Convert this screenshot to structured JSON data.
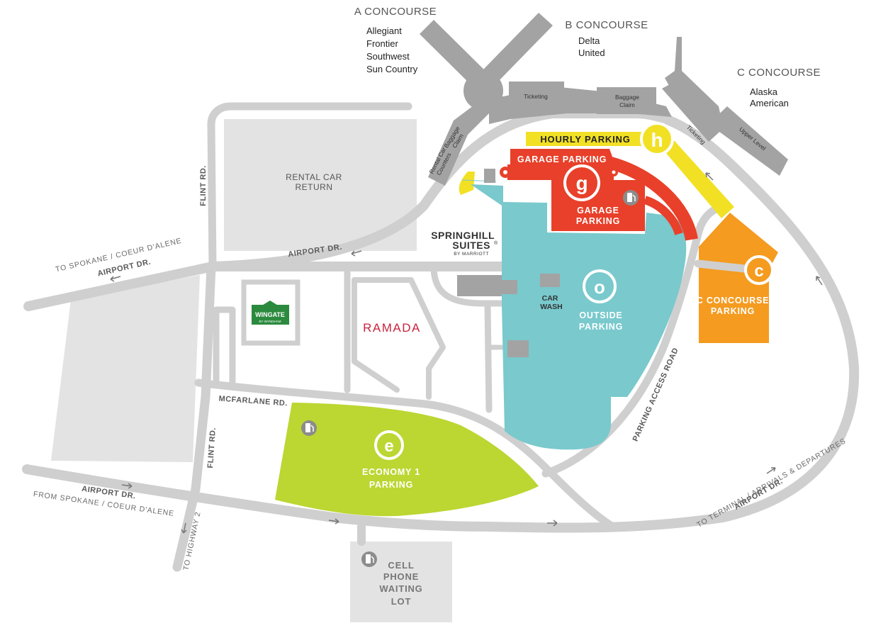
{
  "concourses": {
    "a": {
      "title": "A CONCOURSE",
      "airlines": [
        "Allegiant",
        "Frontier",
        "Southwest",
        "Sun Country"
      ]
    },
    "b": {
      "title": "B CONCOURSE",
      "airlines": [
        "Delta",
        "United"
      ]
    },
    "c": {
      "title": "C CONCOURSE",
      "airlines": [
        "Alaska",
        "American"
      ]
    }
  },
  "terminal_labels": {
    "ticketing_main": "Ticketing",
    "baggage_claim_main": [
      "Baggage",
      "Claim"
    ],
    "baggage_claim_a": [
      "Baggage",
      "Claim"
    ],
    "rental_counters": [
      "Rental Car",
      "Counters"
    ],
    "ticketing_c": "Ticketing",
    "upper_level": "Upper Level"
  },
  "parking": {
    "hourly": {
      "letter": "h",
      "label": "HOURLY PARKING",
      "color": "#f2e025"
    },
    "garage": {
      "letter": "g",
      "label_top": "GARAGE PARKING",
      "label_bottom": [
        "GARAGE",
        "PARKING"
      ],
      "color": "#e8402a"
    },
    "outside": {
      "letter": "o",
      "label": [
        "OUTSIDE",
        "PARKING"
      ],
      "color": "#79c9cd"
    },
    "c_concourse": {
      "letter": "c",
      "label": [
        "C CONCOURSE",
        "PARKING"
      ],
      "color": "#f49b20"
    },
    "economy": {
      "letter": "e",
      "label": [
        "ECONOMY 1",
        "PARKING"
      ],
      "color": "#bcd632"
    },
    "cell_phone": {
      "label": [
        "CELL",
        "PHONE",
        "WAITING",
        "LOT"
      ]
    }
  },
  "places": {
    "rental_return": [
      "RENTAL CAR",
      "RETURN"
    ],
    "car_wash": [
      "CAR",
      "WASH"
    ],
    "springhill": {
      "line1": "SPRINGHILL",
      "line2": "SUITES",
      "sub": "BY MARRIOTT",
      "mark": "®"
    },
    "wingate": {
      "name": "WINGATE",
      "sub": "BY WYNDHAM"
    },
    "ramada": "RAMADA"
  },
  "roads": {
    "airport_dr": "AIRPORT DR.",
    "flint_rd": "FLINT RD.",
    "mcfarlane_rd": "MCFARLANE RD.",
    "parking_access": "PARKING ACCESS ROAD"
  },
  "directions": {
    "to_spokane": "TO SPOKANE / COEUR D'ALENE",
    "from_spokane": "FROM SPOKANE / COEUR D'ALENE",
    "to_highway": "TO HIGHWAY 2",
    "to_terminal": "TO TERMINAL / ARRIVALS & DEPARTURES"
  },
  "colors": {
    "road": "#cfcfcf",
    "lot_gray": "#e2e2e2",
    "building": "#a3a3a3",
    "icon": "#8c8c8c"
  }
}
